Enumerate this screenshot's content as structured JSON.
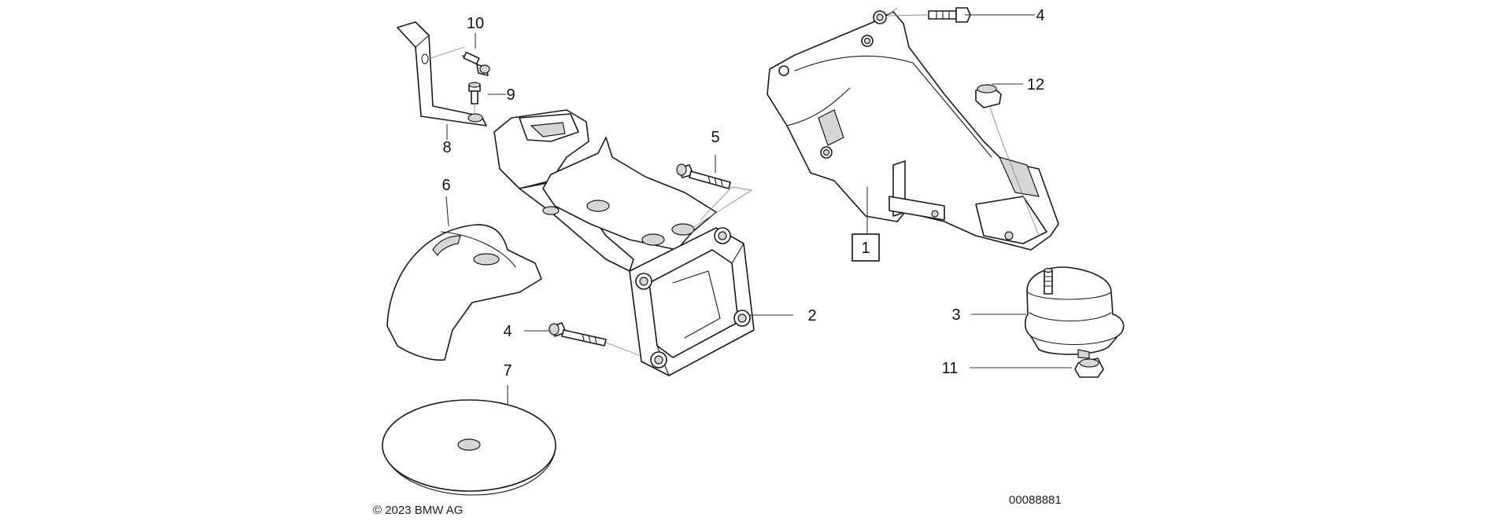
{
  "diagram": {
    "callouts": {
      "c1": "1",
      "c2": "2",
      "c3": "3",
      "c4a": "4",
      "c4b": "4",
      "c5": "5",
      "c6": "6",
      "c7": "7",
      "c8": "8",
      "c9": "9",
      "c10": "10",
      "c11": "11",
      "c12": "12"
    },
    "copyright": "© 2023 BMW AG",
    "diagram_number": "00088881"
  }
}
